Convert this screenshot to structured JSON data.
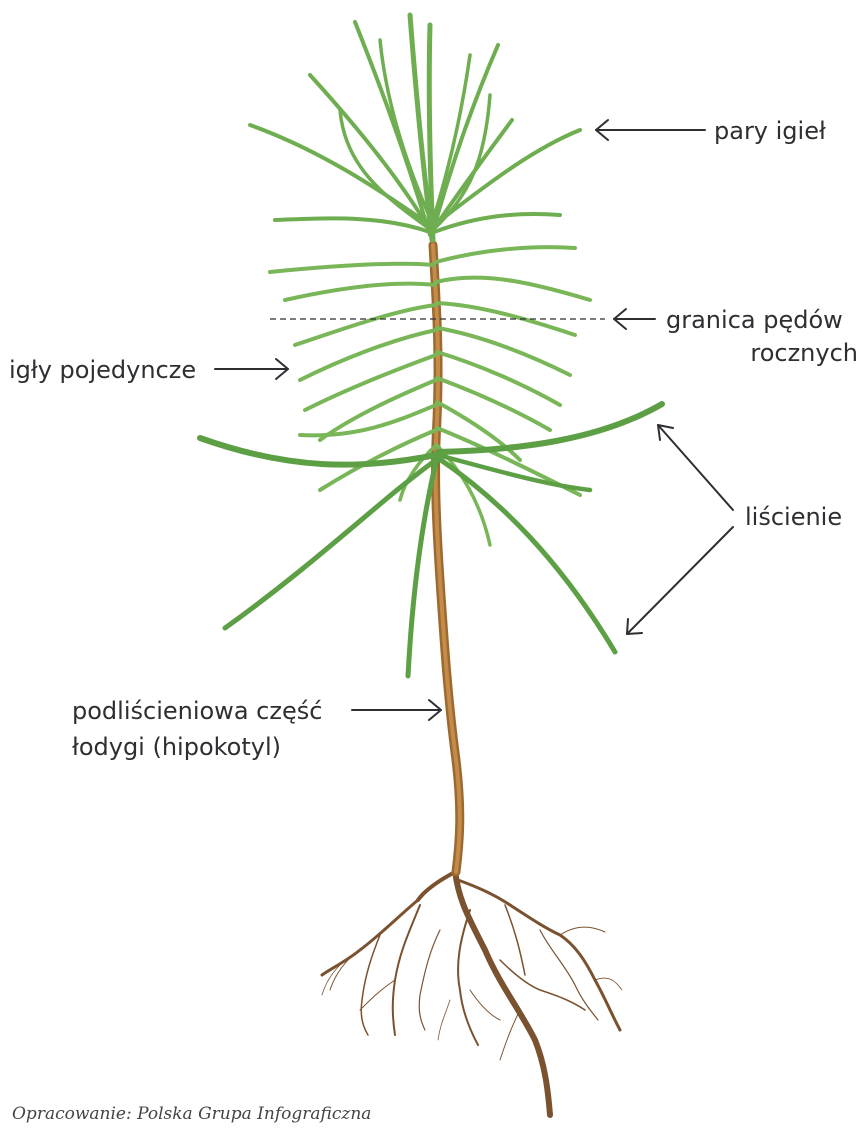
{
  "labels": {
    "pary_igiel": "pary igieł",
    "granica_line1": "granica pędów",
    "granica_line2": "rocznych",
    "igly_pojedyncze": "igły pojedyncze",
    "liscienie": "liścienie",
    "hipokotyl_line1": "podliścieniowa część",
    "hipokotyl_line2": "łodygi (hipokotyl)"
  },
  "credit": "Opracowanie: Polska Grupa Infograficzna",
  "colors": {
    "needle": "#79b95a",
    "needle_dark": "#4f9338",
    "stem": "#b07a3a",
    "root": "#7a5230",
    "text": "#2f2f33"
  }
}
